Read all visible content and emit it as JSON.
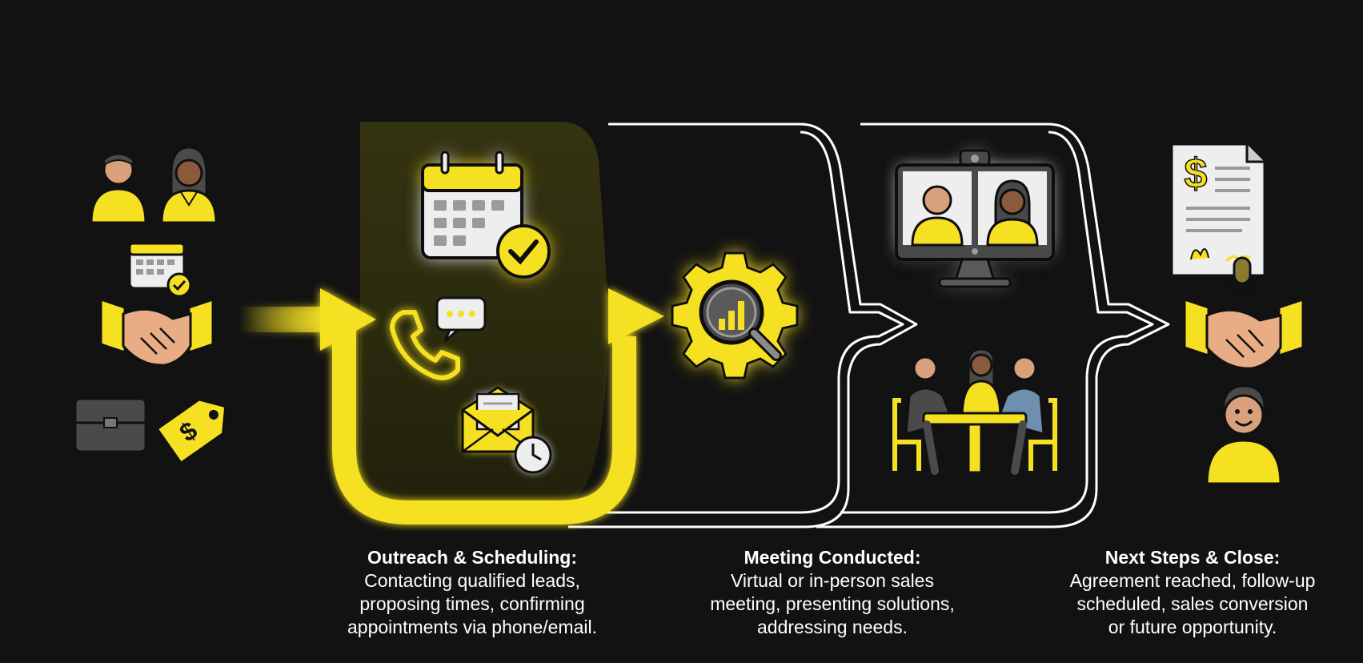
{
  "colors": {
    "background": "#121212",
    "accent": "#f5e021",
    "outline": "#ffffff",
    "icon_gray": "#4a4a4a",
    "skin": "#d9a07c",
    "skin_dark": "#8a5a3c"
  },
  "icons": [
    "person-icon",
    "handshake-icon",
    "calendar-check-icon",
    "briefcase-icon",
    "price-tag-icon",
    "phone-icon",
    "chat-bubble-icon",
    "envelope-clock-icon",
    "gear-magnifier-icon",
    "video-call-monitor-icon",
    "meeting-table-icon",
    "contract-dollar-icon",
    "microphone-icon",
    "smiling-customer-icon"
  ],
  "stages": [
    {
      "title": "Outreach & Scheduling:",
      "body": "Contacting qualified leads,\nproposing times, confirming\nappointments via phone/email."
    },
    {
      "title": "Meeting Conducted:",
      "body": "Virtual or in-person sales\nmeeting, presenting solutions,\naddressing needs."
    },
    {
      "title": "Next Steps & Close:",
      "body": "Agreement reached, follow-up\nscheduled, sales conversion\nor future opportunity."
    }
  ]
}
